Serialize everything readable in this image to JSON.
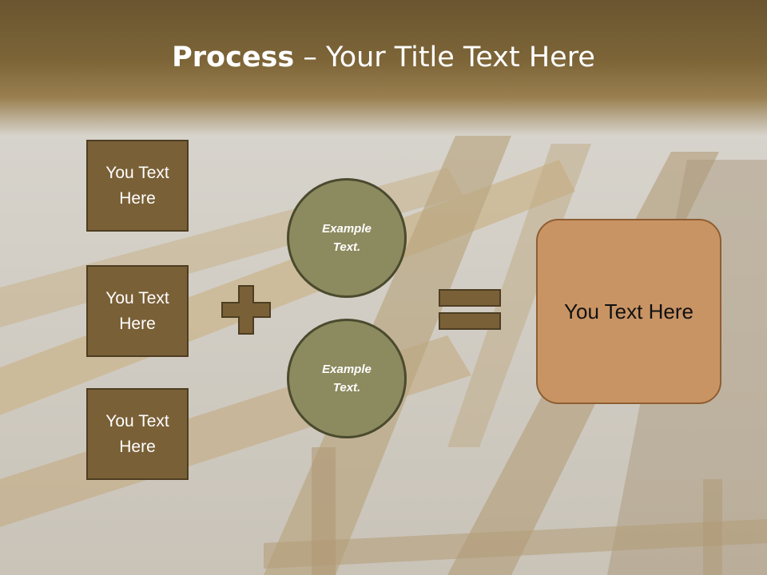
{
  "slide": {
    "title_bold": "Process",
    "title_rest": " – Your Title Text Here",
    "left_boxes": [
      {
        "label": "You Text\nHere"
      },
      {
        "label": "You Text\nHere"
      },
      {
        "label": "You Text\nHere"
      }
    ],
    "circles": [
      {
        "label": "Example\nText."
      },
      {
        "label": "Example\nText."
      }
    ],
    "result_label": "You Text Here"
  },
  "colors": {
    "box_fill": "#7a6037",
    "circle_fill": "#8c8a5f",
    "result_fill": "#c99464",
    "title_band": "#6a5530"
  },
  "icons": [
    "plus-sign",
    "equals-sign"
  ]
}
